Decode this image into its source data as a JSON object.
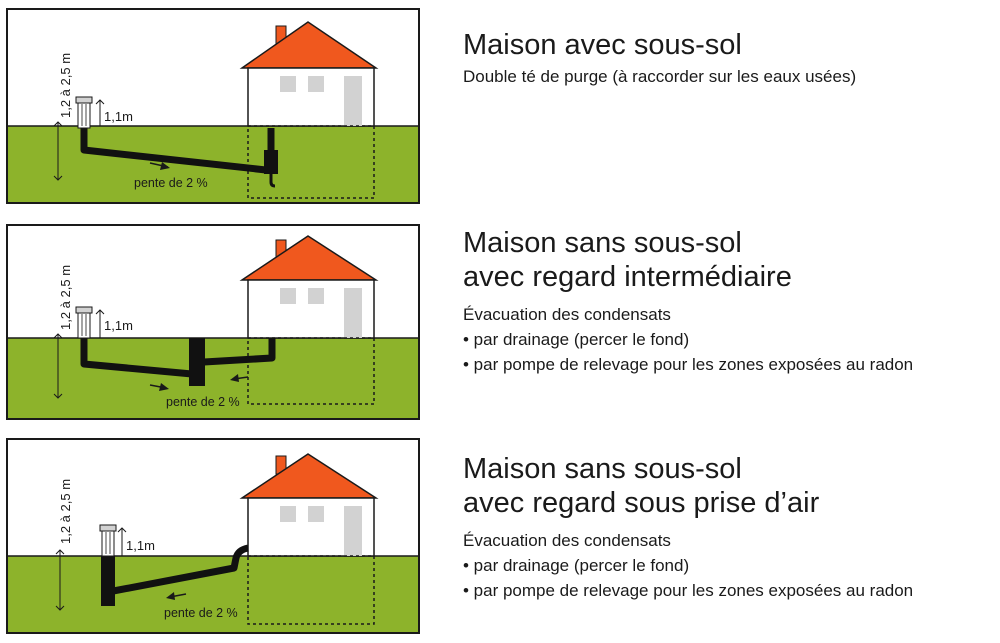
{
  "colors": {
    "ground": "#8db32b",
    "roof": "#f0581e",
    "pipe": "#111111",
    "window": "#d2d2d2",
    "wall": "#ffffff"
  },
  "panels": [
    {
      "title": "Maison avec sous-sol",
      "subtitle": "Double té de purge (à raccorder sur les eaux usées)",
      "lines": [],
      "depth_label": "1,2 à 2,5 m",
      "height_label": "1,1m",
      "slope_label": "pente de 2 %"
    },
    {
      "title_line1": "Maison sans sous-sol",
      "title_line2": "avec regard intermédiaire",
      "heading": "Évacuation des condensats",
      "lines": [
        "• par drainage (percer le fond)",
        "• par pompe de relevage pour les zones exposées au radon"
      ],
      "depth_label": "1,2 à 2,5 m",
      "height_label": "1,1m",
      "slope_label": "pente de 2 %"
    },
    {
      "title_line1": "Maison sans sous-sol",
      "title_line2": "avec regard sous prise d’air",
      "heading": "Évacuation des condensats",
      "lines": [
        "• par drainage (percer le fond)",
        "• par pompe de relevage pour les zones exposées au radon"
      ],
      "depth_label": "1,2 à 2,5 m",
      "height_label": "1,1m",
      "slope_label": "pente de 2 %"
    }
  ]
}
